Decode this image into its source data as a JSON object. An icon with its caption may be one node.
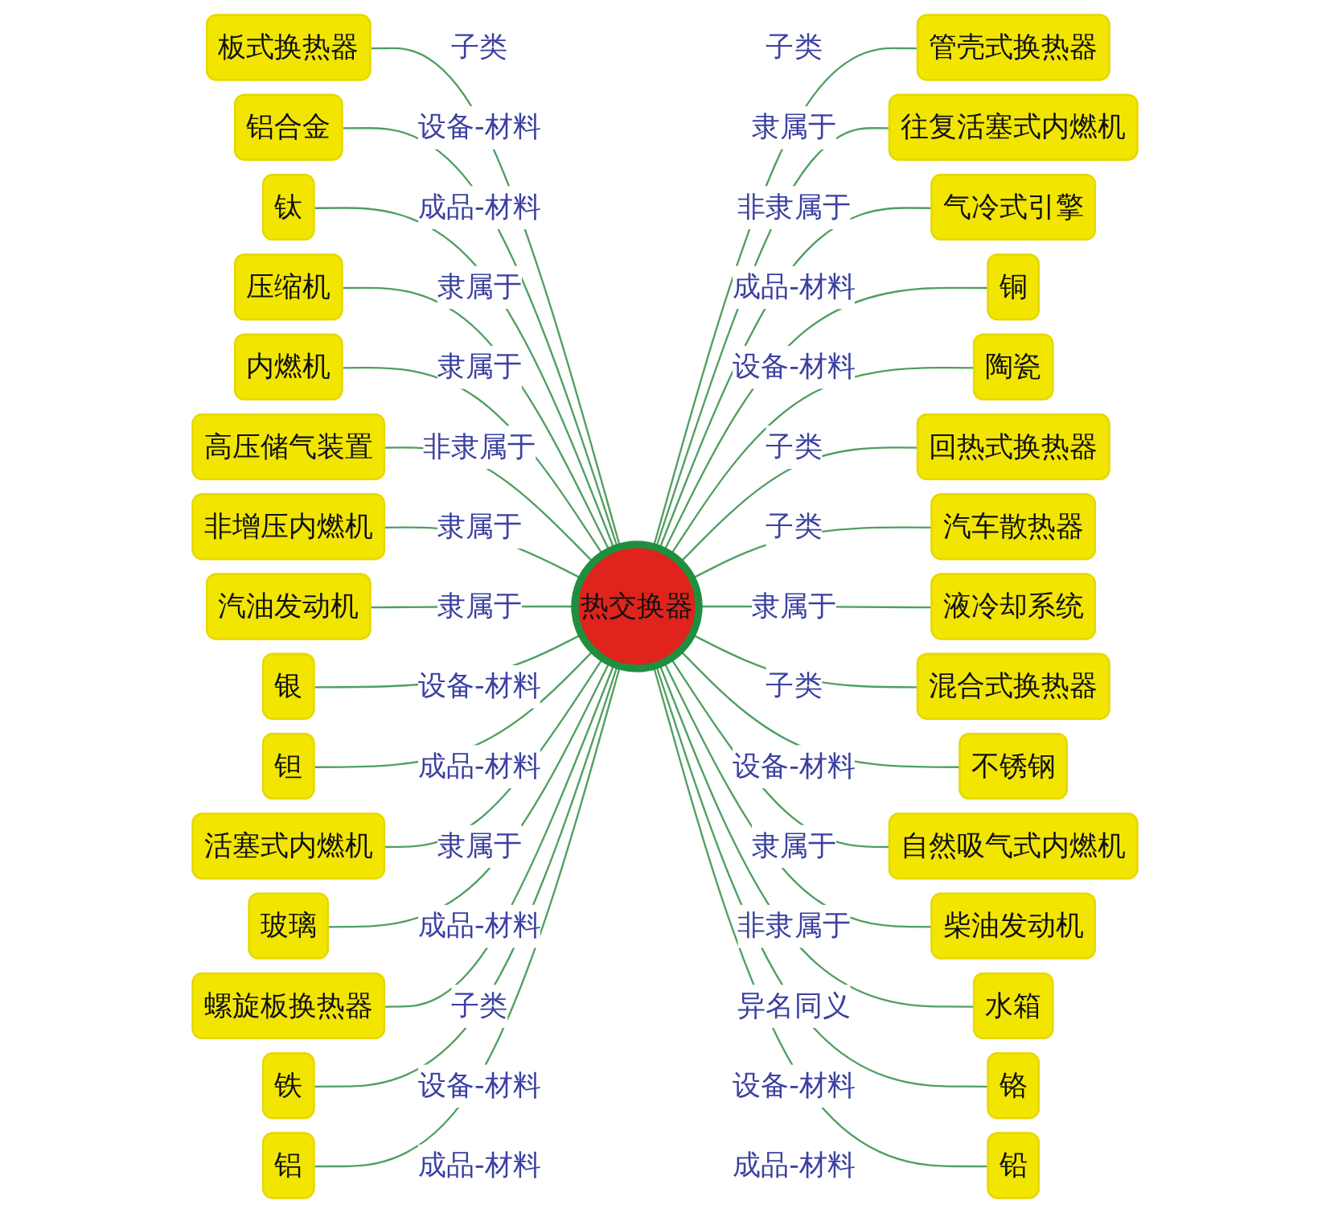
{
  "diagram": {
    "nodes": [
      {
        "text": [
          "热交换器"
        ]
      },
      {
        "text": [
          "板式换热器"
        ]
      },
      {
        "text": [
          "铝合金"
        ]
      },
      {
        "text": [
          "钛"
        ]
      },
      {
        "text": [
          "压缩机"
        ]
      },
      {
        "text": [
          "内燃机"
        ]
      },
      {
        "text": [
          "高压储气装置"
        ]
      },
      {
        "text": [
          "非增压内燃机"
        ]
      },
      {
        "text": [
          "汽油发动机"
        ]
      },
      {
        "text": [
          "银"
        ]
      },
      {
        "text": [
          "钽"
        ]
      },
      {
        "text": [
          "活塞式内燃机"
        ]
      },
      {
        "text": [
          "玻璃"
        ]
      },
      {
        "text": [
          "螺旋板换热器"
        ]
      },
      {
        "text": [
          "铁"
        ]
      },
      {
        "text": [
          "铝"
        ]
      },
      {
        "text": [
          "管壳式换热器"
        ]
      },
      {
        "text": [
          "往复活塞式内燃机"
        ]
      },
      {
        "text": [
          "气冷式引擎"
        ]
      },
      {
        "text": [
          "铜"
        ]
      },
      {
        "text": [
          "陶瓷"
        ]
      },
      {
        "text": [
          "回热式换热器"
        ]
      },
      {
        "text": [
          "汽车散热器"
        ]
      },
      {
        "text": [
          "液冷却系统"
        ]
      },
      {
        "text": [
          "混合式换热器"
        ]
      },
      {
        "text": [
          "不锈钢"
        ]
      },
      {
        "text": [
          "自然吸气式内燃机"
        ]
      },
      {
        "text": [
          "柴油发动机"
        ]
      },
      {
        "text": [
          "水箱"
        ]
      },
      {
        "text": [
          "铬"
        ]
      },
      {
        "text": [
          "铅"
        ]
      }
    ],
    "edges": [
      {
        "from": 1,
        "to": 0,
        "arrow": "none",
        "label": "子类"
      },
      {
        "from": 2,
        "to": 0,
        "arrow": "none",
        "label": "设备-材料"
      },
      {
        "from": 3,
        "to": 0,
        "arrow": "none",
        "label": "成品-材料"
      },
      {
        "from": 4,
        "to": 0,
        "arrow": "none",
        "label": "隶属于"
      },
      {
        "from": 5,
        "to": 0,
        "arrow": "none",
        "label": "隶属于"
      },
      {
        "from": 6,
        "to": 0,
        "arrow": "none",
        "label": "非隶属于"
      },
      {
        "from": 7,
        "to": 0,
        "arrow": "none",
        "label": "隶属于"
      },
      {
        "from": 8,
        "to": 0,
        "arrow": "none",
        "label": "隶属于"
      },
      {
        "from": 9,
        "to": 0,
        "arrow": "none",
        "label": "设备-材料"
      },
      {
        "from": 10,
        "to": 0,
        "arrow": "none",
        "label": "成品-材料"
      },
      {
        "from": 11,
        "to": 0,
        "arrow": "none",
        "label": "隶属于"
      },
      {
        "from": 12,
        "to": 0,
        "arrow": "none",
        "label": "成品-材料"
      },
      {
        "from": 13,
        "to": 0,
        "arrow": "none",
        "label": "子类"
      },
      {
        "from": 14,
        "to": 0,
        "arrow": "none",
        "label": "设备-材料"
      },
      {
        "from": 15,
        "to": 0,
        "arrow": "none",
        "label": "成品-材料"
      },
      {
        "from": 0,
        "to": 16,
        "arrow": "none",
        "label": "子类"
      },
      {
        "from": 0,
        "to": 17,
        "arrow": "none",
        "label": "隶属于"
      },
      {
        "from": 0,
        "to": 18,
        "arrow": "none",
        "label": "非隶属于"
      },
      {
        "from": 0,
        "to": 19,
        "arrow": "none",
        "label": "成品-材料"
      },
      {
        "from": 0,
        "to": 20,
        "arrow": "none",
        "label": "设备-材料"
      },
      {
        "from": 0,
        "to": 21,
        "arrow": "none",
        "label": "子类"
      },
      {
        "from": 0,
        "to": 22,
        "arrow": "none",
        "label": "子类"
      },
      {
        "from": 0,
        "to": 23,
        "arrow": "none",
        "label": "隶属于"
      },
      {
        "from": 0,
        "to": 24,
        "arrow": "none",
        "label": "子类"
      },
      {
        "from": 0,
        "to": 25,
        "arrow": "none",
        "label": "设备-材料"
      },
      {
        "from": 0,
        "to": 26,
        "arrow": "none",
        "label": "隶属于"
      },
      {
        "from": 0,
        "to": 27,
        "arrow": "none",
        "label": "非隶属于"
      },
      {
        "from": 0,
        "to": 28,
        "arrow": "none",
        "label": "异名同义"
      },
      {
        "from": 0,
        "to": 29,
        "arrow": "none",
        "label": "设备-材料"
      },
      {
        "from": 0,
        "to": 30,
        "arrow": "none",
        "label": "成品-材料"
      }
    ]
  }
}
